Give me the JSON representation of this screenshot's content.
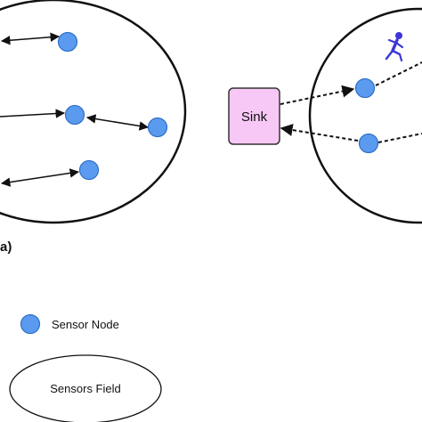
{
  "diagram": {
    "panel_label": "a)",
    "sink_label": "Sink",
    "legend": {
      "sensor_node_label": "Sensor Node",
      "sensors_field_label": "Sensors Field"
    },
    "mobile_agent_icon": "running-person-icon"
  },
  "colors": {
    "node_fill": "#5b9bef",
    "node_stroke": "#2f6fc8",
    "sink_fill": "#f7c8f5",
    "sink_stroke": "#333333",
    "agent": "#3a36d8",
    "line": "#111111"
  }
}
